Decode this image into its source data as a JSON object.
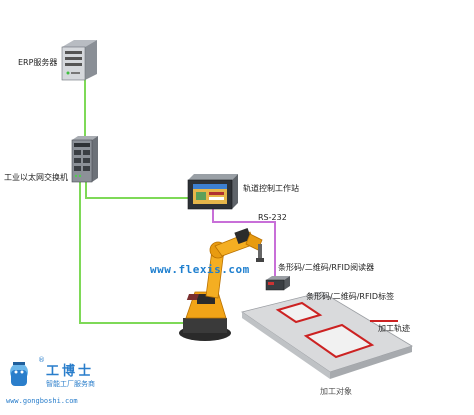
{
  "labels": {
    "erp_server": "ERP服务器",
    "ethernet_switch": "工业以太网交换机",
    "rail_workstation": "轨道控制工作站",
    "rs232": "RS-232",
    "rfid_reader": "条形码/二维码/RFID阅读器",
    "rfid_tag": "条形码/二维码/RFID标签",
    "process_rail": "加工轨迹",
    "bottom_caption": "加工对象"
  },
  "watermark": {
    "site": "www.flexis.com",
    "brand": "工博士",
    "brand_sub": "智能工厂服务商",
    "url": "www.gongboshi.com",
    "registered": "®"
  },
  "colors": {
    "ethernet_link": "#7ed957",
    "serial_link": "#c86fd8",
    "rail": "#cc2222",
    "robot": "#f2a417",
    "brand": "#2a7ecb"
  }
}
